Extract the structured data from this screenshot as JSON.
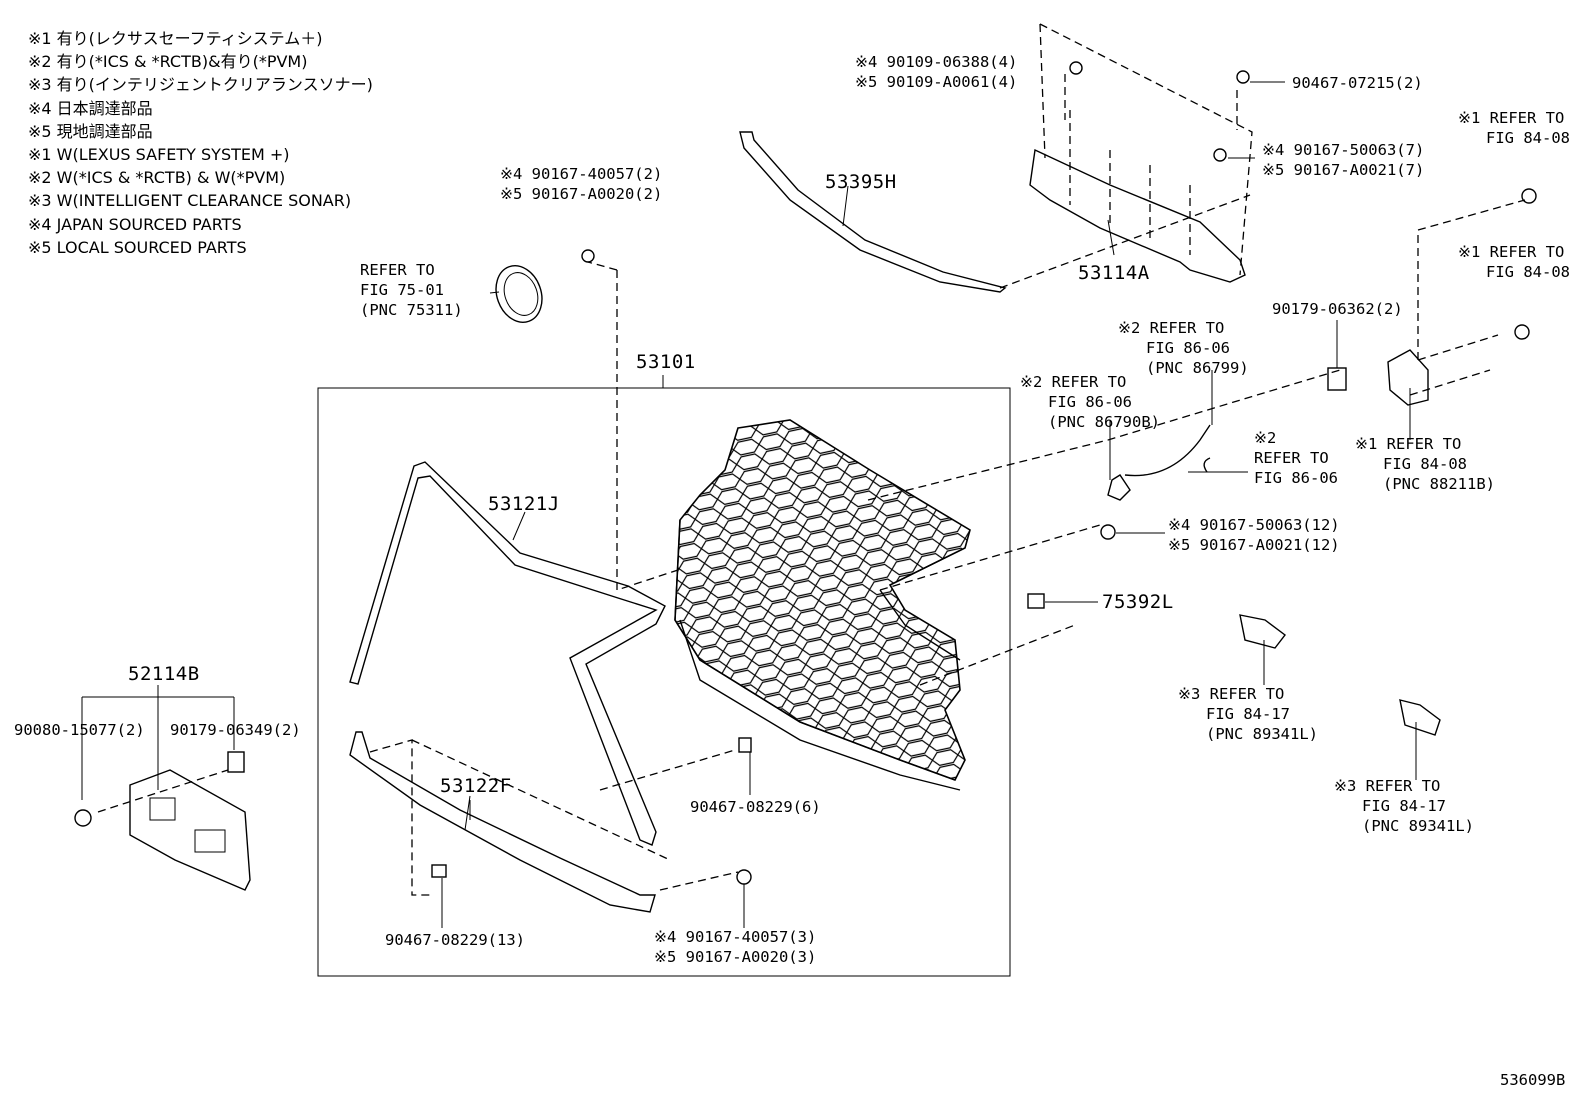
{
  "notes": [
    "※1 有り(レクサスセーフティシステム＋)",
    "※2 有り(*ICS & *RCTB)&有り(*PVM)",
    "※3 有り(インテリジェントクリアランスソナー)",
    "※4 日本調達部品",
    "※5 現地調達部品",
    "※1 W(LEXUS SAFETY SYSTEM +)",
    "※2 W(*ICS & *RCTB) & W(*PVM)",
    "※3 W(INTELLIGENT CLEARANCE SONAR)",
    "※4 JAPAN SOURCED PARTS",
    "※5 LOCAL SOURCED PARTS"
  ],
  "labels": {
    "l_90109_06388": "※4 90109-06388(4)",
    "l_90109_A0061": "※5 90109-A0061(4)",
    "l_90467_07215": "90467-07215(2)",
    "l_ref_8408_a": "※1 REFER TO\n   FIG 84-08",
    "l_90167_50063_7": "※4 90167-50063(7)\n※5 90167-A0021(7)",
    "l_53395H": "53395H",
    "l_53114A": "53114A",
    "l_ref_8408_b": "※1 REFER TO\n   FIG 84-08",
    "l_90167_40057_2": "※4 90167-40057(2)\n※5 90167-A0020(2)",
    "l_ref_7501": "REFER TO\nFIG 75-01\n(PNC 75311)",
    "l_53101": "53101",
    "l_90179_06362": "90179-06362(2)",
    "l_ref_8606_a": "※2 REFER TO\n   FIG 86-06\n   (PNC 86799)",
    "l_ref_8606_b": "※2 REFER TO\n   FIG 86-06\n   (PNC 86790B)",
    "l_ref_8606_c": "※2\nREFER TO\nFIG 86-06",
    "l_ref_8408_c": "※1 REFER TO\n   FIG 84-08\n   (PNC 88211B)",
    "l_53121J": "53121J",
    "l_90167_50063_12": "※4 90167-50063(12)\n※5 90167-A0021(12)",
    "l_75392L": "75392L",
    "l_ref_8417_a": "※3 REFER TO\n   FIG 84-17\n   (PNC 89341L)",
    "l_ref_8417_b": "※3 REFER TO\n   FIG 84-17\n   (PNC 89341L)",
    "l_52114B": "52114B",
    "l_90080_15077": "90080-15077(2)",
    "l_90179_06349": "90179-06349(2)",
    "l_53122F": "53122F",
    "l_90467_08229_6": "90467-08229(6)",
    "l_90467_08229_13": "90467-08229(13)",
    "l_90167_40057_3": "※4 90167-40057(3)\n※5 90167-A0020(3)",
    "l_fig_code": "536099B"
  }
}
